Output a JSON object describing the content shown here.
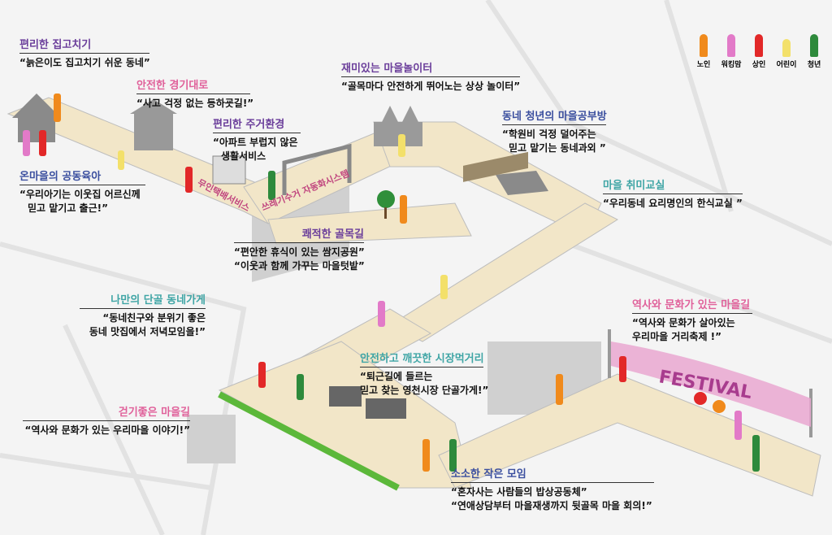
{
  "legend": [
    {
      "label": "노인",
      "color": "#f08a1c"
    },
    {
      "label": "워킹맘",
      "color": "#e27ac8"
    },
    {
      "label": "상인",
      "color": "#e22828"
    },
    {
      "label": "어린이",
      "color": "#f3e06a"
    },
    {
      "label": "청년",
      "color": "#2e8a3c"
    }
  ],
  "sections": {
    "s1": {
      "title": "편리한 집고치기",
      "quote": "“늙은이도 집고치기 쉬운 동네”"
    },
    "s2": {
      "title": "안전한 경기대로",
      "quote": "“사고 걱정 없는 등하굣길!”"
    },
    "s3": {
      "title": "편리한 주거환경",
      "quote1": "“아파트 부럽지 않은",
      "quote2": "생활서비스"
    },
    "s4": {
      "title": "재미있는 마을놀이터",
      "quote": "“골목마다 안전하게 뛰어노는 상상 놀이터”"
    },
    "s5": {
      "title": "동네 청년의 마을공부방",
      "quote1": "“학원비 걱정 덜어주는",
      "quote2": "믿고 맡기는 동네과외 ”"
    },
    "s6": {
      "title": "마을 취미교실",
      "quote": "“우리동네 요리명인의 한식교실 ”"
    },
    "s7": {
      "title": "온마을의 공동육아",
      "quote1": "“우리아기는 이웃집 어르신께",
      "quote2": "믿고 맡기고 출근!”"
    },
    "s8": {
      "title": "쾌적한 골목길",
      "quote1": "“편안한 휴식이 있는 쌈지공원”",
      "quote2": "“이웃과 함께 가꾸는 마을텃밭”"
    },
    "s9": {
      "title": "나만의 단골 동네가게",
      "quote1": "“동네친구와 분위기 좋은",
      "quote2": "동네 맛집에서 저녁모임을!”"
    },
    "s10": {
      "title": "안전하고 깨끗한 시장먹거리",
      "quote1": "“퇴근길에 들르는",
      "quote2": "믿고 찾는 영천시장 단골가게!”"
    },
    "s11": {
      "title": "역사와 문화가 있는 마을길",
      "quote1": "“역사와 문화가 살아있는",
      "quote2": "우리마을 거리축제 !”"
    },
    "s12": {
      "title": "걷기좋은 마을길",
      "quote": "“역사와 문화가 있는 우리마을 이야기!”"
    },
    "s13": {
      "title": "소소한 작은 모임",
      "quote1": "“혼자사는 사람들의 밥상공동체”",
      "quote2": "“연애상담부터 마을재생까지 뒷골목 마을 회의!”"
    }
  },
  "path_labels": {
    "delivery": "무인택배서비스",
    "waste": "쓰레기수거 자동화시스템"
  },
  "banner": "FESTIVAL",
  "colors": {
    "path": "#f2e6c8",
    "purple": "#6a3d9a",
    "pink": "#e0609a",
    "blue": "#3b4f9f",
    "teal": "#3fa5a5"
  }
}
